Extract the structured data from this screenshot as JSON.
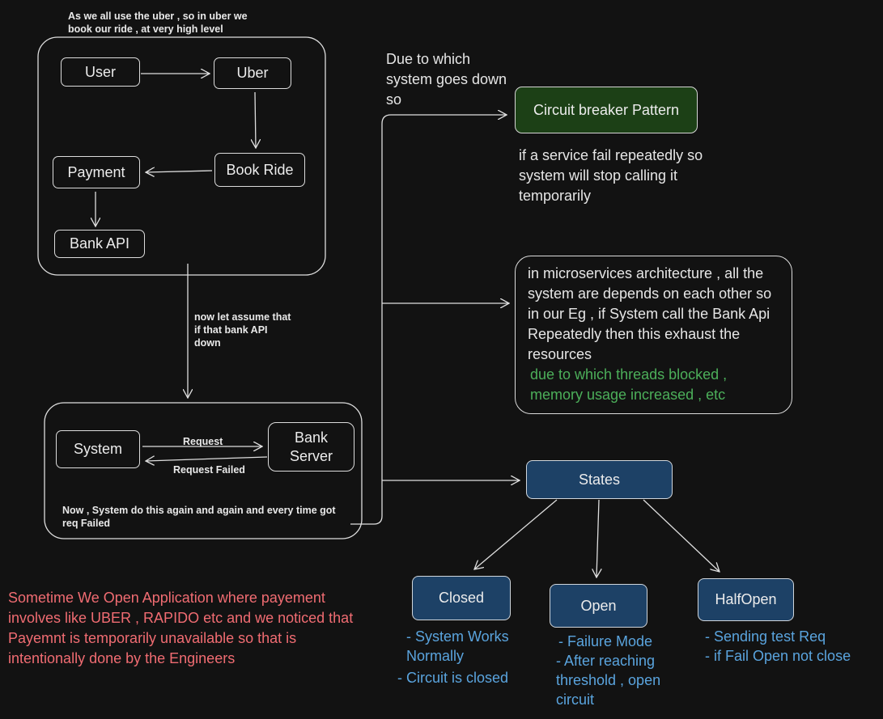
{
  "texts": {
    "intro": "As we all use the uber , so in uber we book our ride , at very high level",
    "due_to": "Due to which system goes down so",
    "assume": "now let assume that if that bank API down",
    "cb_desc": "if a service fail repeatedly so system will stop calling it temporarily",
    "micro_main": "in microservices architecture , all the system are depends on each other so in our Eg , if System call the Bank Api Repeatedly then this exhaust the resources",
    "micro_green": "due to which threads blocked , memory usage increased , etc",
    "request": "Request",
    "request_failed": "Request Failed",
    "again": "Now , System do this again and again and every time got req Failed",
    "sometime": "Sometime We Open Application where payement involves like UBER , RAPIDO etc and we noticed that Payemnt is temporarily unavailable so that is intentionally done by the Engineers"
  },
  "nodes": {
    "user": "User",
    "uber": "Uber",
    "book_ride": "Book Ride",
    "payment": "Payment",
    "bank_api": "Bank API",
    "system": "System",
    "bank_server": "Bank Server",
    "circuit_breaker": "Circuit breaker Pattern",
    "states": "States",
    "closed": "Closed",
    "open": "Open",
    "halfopen": "HalfOpen"
  },
  "state_notes": {
    "closed": [
      "- System Works Normally",
      "- Circuit is closed"
    ],
    "open": [
      "- Failure Mode",
      "- After reaching threshold , open circuit"
    ],
    "halfopen": [
      "- Sending test Req",
      "- if Fail Open not close"
    ]
  },
  "colors": {
    "background": "#121212",
    "node_blue": "#1d4166",
    "node_green": "#1c4016",
    "note_blue": "#5aa4de",
    "note_green": "#4caf5a",
    "note_red": "#f06c72"
  }
}
